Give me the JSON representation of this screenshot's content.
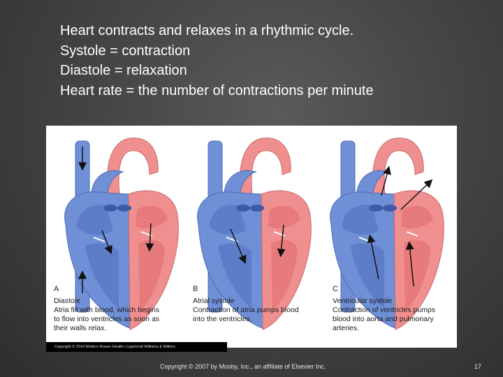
{
  "bullets": [
    "Heart contracts and relaxes in a rhythmic cycle.",
    "Systole = contraction",
    "Diastole = relaxation",
    "Heart rate = the number of contractions per minute"
  ],
  "figure": {
    "panels": [
      {
        "letter": "A",
        "title": "Diastole",
        "text": [
          "Atria fill with blood, which begins",
          "to flow into ventricles as soon as",
          "their walls relax."
        ]
      },
      {
        "letter": "B",
        "title": "Atrial systole",
        "text": [
          "Contraction of atria pumps blood",
          "into the ventricles."
        ]
      },
      {
        "letter": "C",
        "title": "Ventricular systole",
        "text": [
          "Contraction of ventricles pumps",
          "blood into aorta and pulmonary",
          "arteries."
        ]
      }
    ],
    "copyright": "Copyright © 2014 Wolters Kluwer Health | Lippincott Williams & Wilkins",
    "colors": {
      "oxygenated": "#f08f8f",
      "deoxygenated": "#6f8fd6"
    }
  },
  "footer": {
    "copyright": "Copyright © 2007 by Mosby, Inc., an affiliate of Elsevier Inc.",
    "page_number": "17"
  }
}
